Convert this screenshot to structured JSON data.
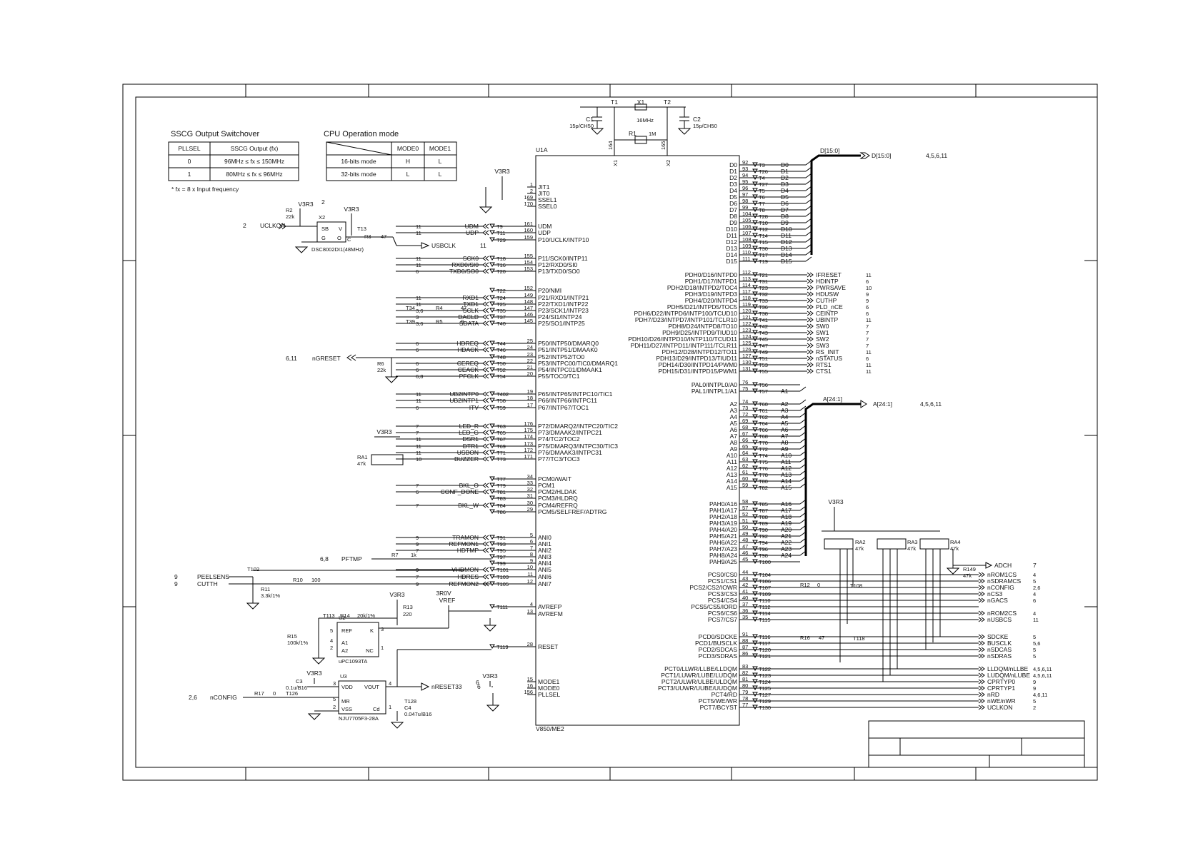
{
  "colors": {
    "ink": "#000000",
    "paper": "#ffffff"
  },
  "sscg": {
    "title": "SSCG Output Switchover",
    "head": [
      "PLLSEL",
      "SSCG Output (fx)"
    ],
    "rows": [
      [
        "0",
        "96MHz ≤ fx ≤ 150MHz"
      ],
      [
        "1",
        "80MHz ≤ fx ≤ 96MHz"
      ]
    ],
    "note": "* fx = 8 x Input frequency"
  },
  "cpu": {
    "title": "CPU Operation mode",
    "head": [
      "MODE0",
      "MODE1"
    ],
    "rows": [
      [
        "16-bits mode",
        "H",
        "L"
      ],
      [
        "32-bits mode",
        "L",
        "L"
      ]
    ]
  },
  "chip": {
    "ref": "U1A",
    "part": "V850/ME2"
  },
  "crystal": {
    "t1": "T1",
    "t2": "T2",
    "x1": "X1",
    "freq": "16MHz",
    "c1": "C1",
    "c1v": "15p/CH50",
    "c2": "C2",
    "c2v": "15p/CH50",
    "r1": "R1",
    "r1v": "1M",
    "pin_x1": "164",
    "pin_x2": "165",
    "lbl_x1": "X1",
    "lbl_x2": "X2"
  },
  "left_pins": [
    {
      "pin": "1",
      "name": "JIT1",
      "net": "",
      "tp": "",
      "sheet": ""
    },
    {
      "pin": "2",
      "name": "JIT0",
      "net": "",
      "tp": "",
      "sheet": ""
    },
    {
      "pin": "169",
      "name": "SSEL1",
      "net": "",
      "tp": "",
      "sheet": ""
    },
    {
      "pin": "170",
      "name": "SSEL0",
      "net": "",
      "tp": "",
      "sheet": ""
    },
    {
      "pin": "161",
      "name": "UDM",
      "net": "UDM",
      "tp": "T9",
      "sheet": "11"
    },
    {
      "pin": "160",
      "name": "UDP",
      "net": "UDP",
      "tp": "T11",
      "sheet": "11"
    },
    {
      "pin": "159",
      "name": "P10/UCLK/INTP10",
      "net": "",
      "tp": "T29",
      "sheet": ""
    },
    {
      "pin": "155",
      "name": "P11/SCK0/INTP11",
      "net": "SCK0",
      "tp": "T18",
      "sheet": "11"
    },
    {
      "pin": "154",
      "name": "P12/RXD0/SI0",
      "net": "RXD0/SI0",
      "tp": "T16",
      "sheet": "11"
    },
    {
      "pin": "153",
      "name": "P13/TXD0/SO0",
      "net": "TXD0/SO0",
      "tp": "T20",
      "sheet": "6"
    },
    {
      "pin": "152",
      "name": "P20/NMI",
      "net": "",
      "tp": "T22",
      "sheet": ""
    },
    {
      "pin": "149",
      "name": "P21/RXD1/INTP21",
      "net": "RXD1",
      "tp": "T24",
      "sheet": "11"
    },
    {
      "pin": "148",
      "name": "P22/TXD1/INTP22",
      "net": "TXD1",
      "tp": "T25",
      "sheet": "11"
    },
    {
      "pin": "147",
      "name": "P23/SCK1/INTP23",
      "net": "SCLK",
      "tp": "T35",
      "sheet": "3,6"
    },
    {
      "pin": "146",
      "name": "P24/SI1/INTP24",
      "net": "DACLD",
      "tp": "T37",
      "sheet": "3"
    },
    {
      "pin": "145",
      "name": "P25/SO1/INTP25",
      "net": "SDATA",
      "tp": "T40",
      "sheet": "3,6"
    },
    {
      "pin": "25",
      "name": "P50/INTP50/DMARQ0",
      "net": "HDREQ",
      "tp": "T44",
      "sheet": "6"
    },
    {
      "pin": "24",
      "name": "P51/INTP51/DMAAK0",
      "net": "HDACK",
      "tp": "T46",
      "sheet": "6"
    },
    {
      "pin": "23",
      "name": "P52/INTP52/TO0",
      "net": "",
      "tp": "T48",
      "sheet": ""
    },
    {
      "pin": "22",
      "name": "P53/INTPC00/TIC0/DMARQ1",
      "net": "CEREQ",
      "tp": "T50",
      "sheet": "6"
    },
    {
      "pin": "21",
      "name": "P54/INTPC01/DMAAK1",
      "net": "CEACK",
      "tp": "T52",
      "sheet": "6"
    },
    {
      "pin": "20",
      "name": "P55/TOC0/TC1",
      "net": "PFCLK",
      "tp": "T54",
      "sheet": "6,8"
    },
    {
      "pin": "19",
      "name": "P65/INTP65/INTPC10/TIC1",
      "net": "UB2INTP0",
      "tp": "T402",
      "sheet": "11"
    },
    {
      "pin": "18",
      "name": "P66/INTP66/INTPC11",
      "net": "UB2INTP1",
      "tp": "T58",
      "sheet": "11"
    },
    {
      "pin": "17",
      "name": "P67/INTP67/TOC1",
      "net": "ITV",
      "tp": "T59",
      "sheet": "6"
    },
    {
      "pin": "176",
      "name": "P72/DMARQ2/INTPC20/TIC2",
      "net": "LED_R",
      "tp": "T63",
      "sheet": "7"
    },
    {
      "pin": "175",
      "name": "P73/DMAAK2/INTPC21",
      "net": "LED_G",
      "tp": "T65",
      "sheet": "7"
    },
    {
      "pin": "174",
      "name": "P74/TC2/TOC2",
      "net": "DSR1",
      "tp": "T67",
      "sheet": "11"
    },
    {
      "pin": "173",
      "name": "P75/DMARQ3/INTPC30/TIC3",
      "net": "DTR1",
      "tp": "T69",
      "sheet": "11"
    },
    {
      "pin": "172",
      "name": "P76/DMAAK3/INTPC31",
      "net": "USBON",
      "tp": "T71",
      "sheet": "11"
    },
    {
      "pin": "171",
      "name": "P77/TC3/TOC3",
      "net": "BUZZER",
      "tp": "T73",
      "sheet": "10"
    },
    {
      "pin": "34",
      "name": "PCM0/WAIT",
      "net": "",
      "tp": "T77",
      "sheet": ""
    },
    {
      "pin": "33",
      "name": "PCM1",
      "net": "BKL_O",
      "tp": "T79",
      "sheet": "7"
    },
    {
      "pin": "32",
      "name": "PCM2/HLDAK",
      "net": "CONF_DONE",
      "tp": "T81",
      "sheet": "6"
    },
    {
      "pin": "31",
      "name": "PCM3/HLDRQ",
      "net": "",
      "tp": "T83",
      "sheet": ""
    },
    {
      "pin": "30",
      "name": "PCM4/REFRQ",
      "net": "BKL_W",
      "tp": "T84",
      "sheet": "7"
    },
    {
      "pin": "29",
      "name": "PCM5/SELFREF/ADTRG",
      "net": "",
      "tp": "T86",
      "sheet": ""
    },
    {
      "pin": "5",
      "name": "ANI0",
      "net": "TRAMON",
      "tp": "T91",
      "sheet": "9"
    },
    {
      "pin": "6",
      "name": "ANI1",
      "net": "REFMON1",
      "tp": "T93",
      "sheet": "9"
    },
    {
      "pin": "7",
      "name": "ANI2",
      "net": "HDTMP",
      "tp": "T95",
      "sheet": "7"
    },
    {
      "pin": "8",
      "name": "ANI3",
      "net": "",
      "tp": "T97",
      "sheet": ""
    },
    {
      "pin": "9",
      "name": "ANI4",
      "net": "",
      "tp": "T99",
      "sheet": ""
    },
    {
      "pin": "10",
      "name": "ANI5",
      "net": "VHDMON",
      "tp": "T101",
      "sheet": "9"
    },
    {
      "pin": "11",
      "name": "ANI6",
      "net": "HDRES",
      "tp": "T103",
      "sheet": "7"
    },
    {
      "pin": "12",
      "name": "ANI7",
      "net": "REFMON2",
      "tp": "T105",
      "sheet": "9"
    },
    {
      "pin": "4",
      "name": "AVREFP",
      "net": "",
      "tp": "T111",
      "sheet": ""
    },
    {
      "pin": "13",
      "name": "AVREFM",
      "net": "",
      "tp": "",
      "sheet": ""
    },
    {
      "pin": "28",
      "name": "RESET",
      "net": "",
      "tp": "T119",
      "sheet": ""
    },
    {
      "pin": "15",
      "name": "MODE1",
      "net": "",
      "tp": "",
      "sheet": ""
    },
    {
      "pin": "16",
      "name": "MODE0",
      "net": "",
      "tp": "",
      "sheet": ""
    },
    {
      "pin": "156",
      "name": "PLLSEL",
      "net": "",
      "tp": "",
      "sheet": ""
    }
  ],
  "data_pins": [
    {
      "pin": "92",
      "name": "D0",
      "tp": "T3",
      "net": "D0"
    },
    {
      "pin": "93",
      "name": "D1",
      "tp": "T26",
      "net": "D1"
    },
    {
      "pin": "94",
      "name": "D2",
      "tp": "T4",
      "net": "D2"
    },
    {
      "pin": "95",
      "name": "D3",
      "tp": "T27",
      "net": "D3"
    },
    {
      "pin": "96",
      "name": "D4",
      "tp": "T5",
      "net": "D4"
    },
    {
      "pin": "97",
      "name": "D5",
      "tp": "T6",
      "net": "D5"
    },
    {
      "pin": "98",
      "name": "D6",
      "tp": "T7",
      "net": "D6"
    },
    {
      "pin": "99",
      "name": "D7",
      "tp": "T8",
      "net": "D7"
    },
    {
      "pin": "104",
      "name": "D8",
      "tp": "T28",
      "net": "D8"
    },
    {
      "pin": "105",
      "name": "D9",
      "tp": "T10",
      "net": "D9"
    },
    {
      "pin": "106",
      "name": "D10",
      "tp": "T12",
      "net": "D10"
    },
    {
      "pin": "107",
      "name": "D11",
      "tp": "T14",
      "net": "D11"
    },
    {
      "pin": "108",
      "name": "D12",
      "tp": "T15",
      "net": "D12"
    },
    {
      "pin": "109",
      "name": "D13",
      "tp": "T30",
      "net": "D13"
    },
    {
      "pin": "110",
      "name": "D14",
      "tp": "T17",
      "net": "D14"
    },
    {
      "pin": "111",
      "name": "D15",
      "tp": "T19",
      "net": "D15"
    }
  ],
  "pdh_pins": [
    {
      "pin": "112",
      "name": "PDH0/D16/INTPD0",
      "tp": "T21",
      "net": "IFRESET",
      "sheet": "11"
    },
    {
      "pin": "113",
      "name": "PDH1/D17/INTPD1",
      "tp": "T31",
      "net": "HDINTP",
      "sheet": "6"
    },
    {
      "pin": "114",
      "name": "PDH2/D18/INTPD2/TOC4",
      "tp": "T23",
      "net": "PWRSAVE",
      "sheet": "10"
    },
    {
      "pin": "117",
      "name": "PDH3/D19/INTPD3",
      "tp": "T32",
      "net": "HDUSW",
      "sheet": "9"
    },
    {
      "pin": "118",
      "name": "PDH4/D20/INTPD4",
      "tp": "T33",
      "net": "CUTHP",
      "sheet": "9"
    },
    {
      "pin": "119",
      "name": "PDH5/D21/INTPD5/TOC5",
      "tp": "T36",
      "net": "PLD_nCE",
      "sheet": "6"
    },
    {
      "pin": "120",
      "name": "PDH6/D22/INTPD6/INTP100/TCUD10",
      "tp": "T38",
      "net": "CEINTP",
      "sheet": "6"
    },
    {
      "pin": "121",
      "name": "PDH7/D23/INTPD7/INTP101/TCLR10",
      "tp": "T41",
      "net": "UBINTP",
      "sheet": "11"
    },
    {
      "pin": "122",
      "name": "PDH8/D24/INTPD8/TO10",
      "tp": "T42",
      "net": "SW0",
      "sheet": "7"
    },
    {
      "pin": "123",
      "name": "PDH9/D25/INTPD9/TIUD10",
      "tp": "T43",
      "net": "SW1",
      "sheet": "7"
    },
    {
      "pin": "124",
      "name": "PDH10/D26/INTPD10/INTP110/TCUD11",
      "tp": "T45",
      "net": "SW2",
      "sheet": "7"
    },
    {
      "pin": "125",
      "name": "PDH11/D27/INTPD11/INTP111/TCLR11",
      "tp": "T47",
      "net": "SW3",
      "sheet": "7"
    },
    {
      "pin": "126",
      "name": "PDH12/D28/INTPD12/TO11",
      "tp": "T49",
      "net": "RS_INIT",
      "sheet": "11"
    },
    {
      "pin": "127",
      "name": "PDH13/D29/INTPD13/TIUD11",
      "tp": "T51",
      "net": "nSTATUS",
      "sheet": "6"
    },
    {
      "pin": "130",
      "name": "PDH14/D30/INTPD14/PWM0",
      "tp": "T53",
      "net": "RTS1",
      "sheet": "11"
    },
    {
      "pin": "131",
      "name": "PDH15/D31/INTPD15/PWM1",
      "tp": "T55",
      "net": "CTS1",
      "sheet": "11"
    }
  ],
  "pal_pins": [
    {
      "pin": "76",
      "name": "PAL0/INTPL0/A0",
      "tp": "T56",
      "net": ""
    },
    {
      "pin": "75",
      "name": "PAL1/INTPL1/A1",
      "tp": "T57",
      "net": "A1"
    }
  ],
  "addr_pins": [
    {
      "pin": "74",
      "name": "A2",
      "tp": "T60",
      "net": "A2"
    },
    {
      "pin": "73",
      "name": "A3",
      "tp": "T61",
      "net": "A3"
    },
    {
      "pin": "72",
      "name": "A4",
      "tp": "T62",
      "net": "A4"
    },
    {
      "pin": "69",
      "name": "A5",
      "tp": "T64",
      "net": "A5"
    },
    {
      "pin": "68",
      "name": "A6",
      "tp": "T66",
      "net": "A6"
    },
    {
      "pin": "67",
      "name": "A7",
      "tp": "T68",
      "net": "A7"
    },
    {
      "pin": "66",
      "name": "A8",
      "tp": "T70",
      "net": "A8"
    },
    {
      "pin": "65",
      "name": "A9",
      "tp": "T72",
      "net": "A9"
    },
    {
      "pin": "64",
      "name": "A10",
      "tp": "T74",
      "net": "A10"
    },
    {
      "pin": "63",
      "name": "A11",
      "tp": "T75",
      "net": "A11"
    },
    {
      "pin": "62",
      "name": "A12",
      "tp": "T76",
      "net": "A12"
    },
    {
      "pin": "61",
      "name": "A13",
      "tp": "T78",
      "net": "A13"
    },
    {
      "pin": "60",
      "name": "A14",
      "tp": "T80",
      "net": "A14"
    },
    {
      "pin": "59",
      "name": "A15",
      "tp": "T82",
      "net": "A15"
    }
  ],
  "pah_pins": [
    {
      "pin": "58",
      "name": "PAH0/A16",
      "tp": "T85",
      "net": "A16"
    },
    {
      "pin": "57",
      "name": "PAH1/A17",
      "tp": "T87",
      "net": "A17"
    },
    {
      "pin": "52",
      "name": "PAH2/A18",
      "tp": "T88",
      "net": "A18"
    },
    {
      "pin": "51",
      "name": "PAH3/A19",
      "tp": "T89",
      "net": "A19"
    },
    {
      "pin": "50",
      "name": "PAH4/A20",
      "tp": "T90",
      "net": "A20"
    },
    {
      "pin": "49",
      "name": "PAH5/A21",
      "tp": "T92",
      "net": "A21"
    },
    {
      "pin": "48",
      "name": "PAH6/A22",
      "tp": "T94",
      "net": "A22"
    },
    {
      "pin": "47",
      "name": "PAH7/A23",
      "tp": "T96",
      "net": "A23"
    },
    {
      "pin": "46",
      "name": "PAH8/A24",
      "tp": "T98",
      "net": "A24"
    },
    {
      "pin": "45",
      "name": "PAH9/A25",
      "tp": "T100",
      "net": ""
    }
  ],
  "pcs_pins": [
    {
      "pin": "44",
      "name": "PCS0/CS0",
      "tp": "T104",
      "net": "nROM1CS",
      "sheet": "4"
    },
    {
      "pin": "43",
      "name": "PCS1/CS1",
      "tp": "T106",
      "net": "nSDRAMCS",
      "sheet": "5"
    },
    {
      "pin": "42",
      "name": "PCS2/CS2/IOWR",
      "tp": "T107",
      "net": "nCONFIG",
      "sheet": "2,6"
    },
    {
      "pin": "41",
      "name": "PCS3/CS3",
      "tp": "T109",
      "net": "nCS3",
      "sheet": "4"
    },
    {
      "pin": "40",
      "name": "PCS4/CS4",
      "tp": "T110",
      "net": "nGACS",
      "sheet": "6"
    },
    {
      "pin": "37",
      "name": "PCS5/CS5/IORD",
      "tp": "T112",
      "net": "",
      "sheet": ""
    },
    {
      "pin": "36",
      "name": "PCS6/CS6",
      "tp": "T114",
      "net": "nROM2CS",
      "sheet": "4"
    },
    {
      "pin": "35",
      "name": "PCS7/CS7",
      "tp": "T115",
      "net": "nUSBCS",
      "sheet": "11"
    }
  ],
  "pcd_pins": [
    {
      "pin": "91",
      "name": "PCD0/SDCKE",
      "tp": "T116",
      "net": "SDCKE",
      "sheet": "5"
    },
    {
      "pin": "88",
      "name": "PCD1/BUSCLK",
      "tp": "T117",
      "net": "BUSCLK",
      "sheet": "5,6"
    },
    {
      "pin": "87",
      "name": "PCD2/SDCAS",
      "tp": "T120",
      "net": "nSDCAS",
      "sheet": "5"
    },
    {
      "pin": "86",
      "name": "PCD3/SDRAS",
      "tp": "T121",
      "net": "nSDRAS",
      "sheet": "5"
    }
  ],
  "pct_pins": [
    {
      "pin": "83",
      "name": "PCT0/LLWR/LLBE/LLDQM",
      "tp": "T122",
      "net": "LLDQM/nLLBE",
      "sheet": "4,5,6,11"
    },
    {
      "pin": "82",
      "name": "PCT1/LUWR/LUBE/LUDQM",
      "tp": "T123",
      "net": "LUDQM/nLUBE",
      "sheet": "4,5,6,11"
    },
    {
      "pin": "81",
      "name": "PCT2/ULWR/ULBE/ULDQM",
      "tp": "T124",
      "net": "CPRTYP0",
      "sheet": "9"
    },
    {
      "pin": "80",
      "name": "PCT3/UUWR/UUBE/UUDQM",
      "tp": "T125",
      "net": "CPRTYP1",
      "sheet": "9"
    },
    {
      "pin": "79",
      "name": "PCT4/RD",
      "tp": "T127",
      "net": "nRD",
      "sheet": "4,6,11"
    },
    {
      "pin": "78",
      "name": "PCT5/WE/WR",
      "tp": "T129",
      "net": "nWE/nWR",
      "sheet": "5"
    },
    {
      "pin": "77",
      "name": "PCT7/BCYST",
      "tp": "T130",
      "net": "UCLKON",
      "sheet": "2"
    }
  ],
  "buses": {
    "data": "D[15:0]",
    "data_port": "D[15:0]",
    "data_sheets": "4,5,6,11",
    "addr": "A[24:1]",
    "addr_port": "A[24:1]",
    "addr_sheets": "4,5,6,11"
  },
  "misc": {
    "v3r3": "V3R3",
    "vr3": "V3R3",
    "r0v": "3R0V",
    "vref": "VREF",
    "uclkon": "UCLKON",
    "uclkon_sheet": "2",
    "usbclk": "USBCLK",
    "usbclk_sheet": "11",
    "x2": "X2",
    "x2_part": "DSC8002DI1(48MHz)",
    "x2_sb": "SB",
    "x2_v": "V",
    "x2_g": "G",
    "x2_o": "O",
    "x2_c": "C",
    "r2": "R2",
    "r2v": "22k",
    "t13": "T13",
    "r3": "R3",
    "r3v": "47",
    "r4": "R4",
    "r4v": "47",
    "t34": "T34",
    "r5": "R5",
    "r5v": "0",
    "t39": "T39",
    "ngreset": "nGRESET",
    "ngreset_sheet": "6,11",
    "r6": "R6",
    "r6v": "22k",
    "ra1": "RA1",
    "ra1v": "47k",
    "pftmp": "PFTMP",
    "pftmp_sheet": "6,8",
    "r7": "R7",
    "r7v": "1k",
    "peelsens": "PEELSENS",
    "peelsens_sheet": "9",
    "cutth": "CUTTH",
    "cutth_sheet": "9",
    "t102": "T102",
    "r10": "R10",
    "r10v": "100",
    "r11": "R11",
    "r11v": "3.3k/1%",
    "r13": "R13",
    "r13v": "220",
    "t113": "T113",
    "r14": "R14",
    "r14v": "20k/1%",
    "r15": "R15",
    "r15v": "100k/1%",
    "u2": "U2",
    "u2_part": "uPC1093TA",
    "u2_ref": "REF",
    "u2_k": "K",
    "u2_a1": "A1",
    "u2_a2": "A2",
    "u2_nc": "NC",
    "u2_p1": "1",
    "u2_p2": "2",
    "u2_p3": "3",
    "u2_p4": "4",
    "u2_p5": "5",
    "u3": "U3",
    "u3_part": "NJU7705F3-28A",
    "u3_vdd": "VDD",
    "u3_vout": "VOUT",
    "u3_mr": "MR",
    "u3_vss": "VSS",
    "u3_cd": "Cd",
    "u3_p3": "3",
    "u3_p4": "4",
    "u3_p2": "2",
    "u3_p1": "1",
    "u3_p5": "5",
    "c3": "C3",
    "c3v": "0.1u/B16",
    "c4": "C4",
    "c4v": "0.047u/B16",
    "t126": "T126",
    "t128": "T128",
    "nreset33": "nRESET33",
    "nreset33_sheet": "6",
    "nconfig": "nCONFIG",
    "nconfig_sheet": "2,6",
    "r17": "R17",
    "r17v": "0",
    "ra2": "RA2",
    "ra2v": "47k",
    "ra3": "RA3",
    "ra3v": "47k",
    "ra4": "RA4",
    "ra4v": "47k",
    "adch": "ADCH",
    "adch_sheet": "7",
    "r149": "R149",
    "r149v": "47k",
    "r12": "R12",
    "r12v": "0",
    "t108": "T108",
    "r16": "R16",
    "r16v": "47",
    "t118": "T118"
  }
}
